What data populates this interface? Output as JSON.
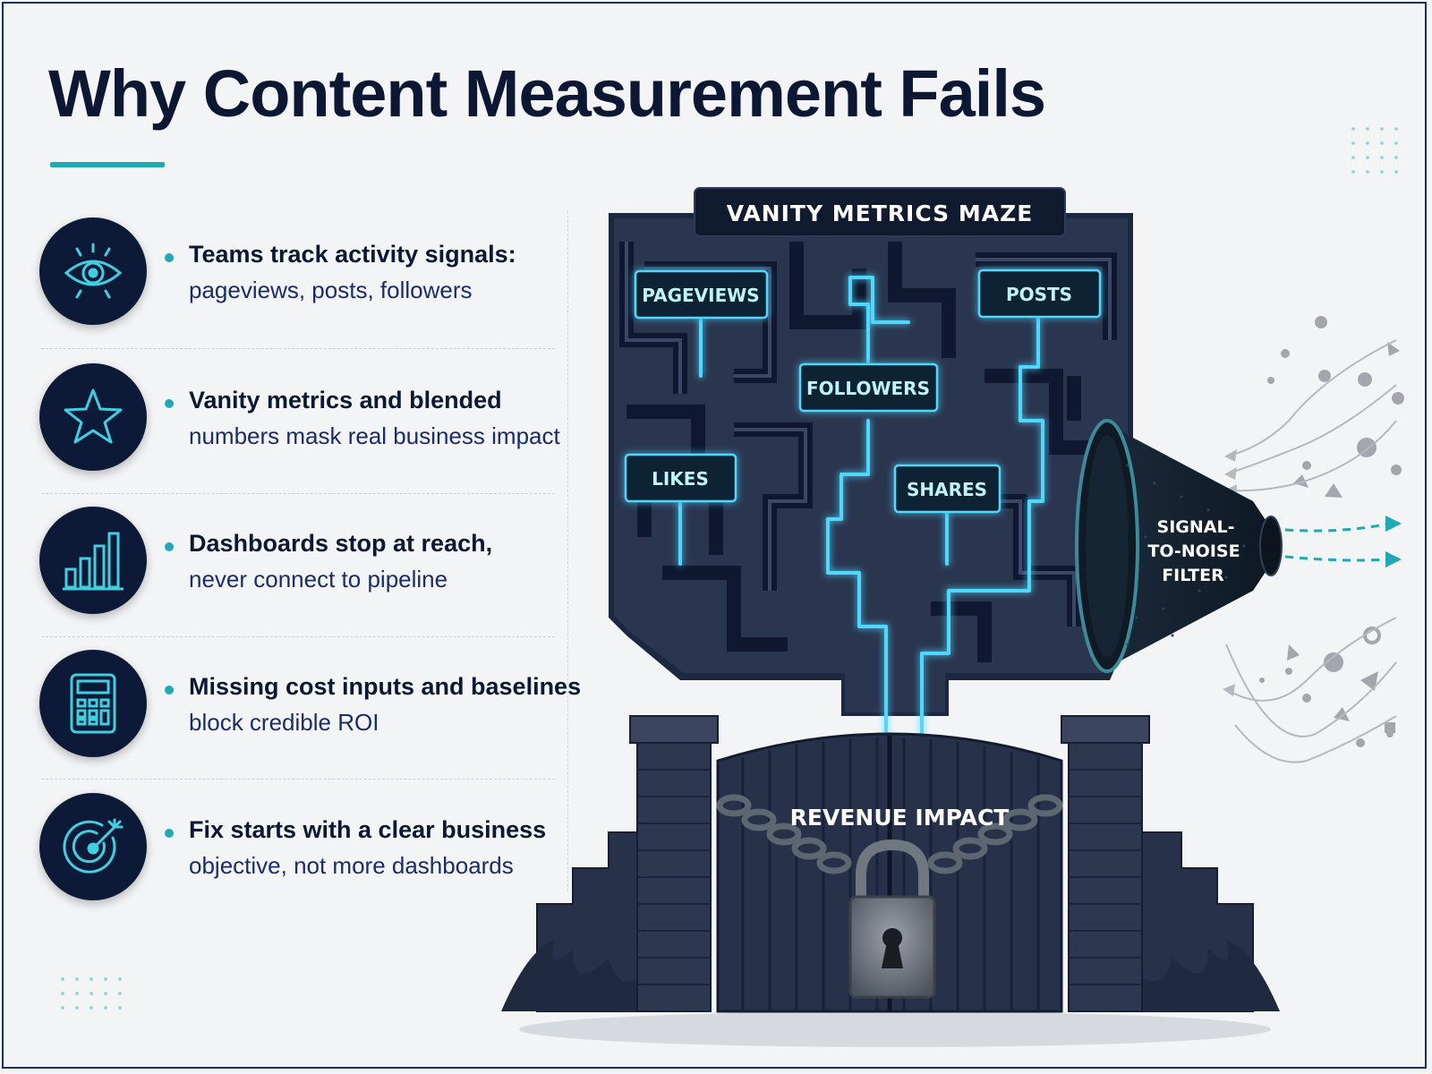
{
  "page": {
    "title": "Why Content Measurement Fails"
  },
  "items": [
    {
      "icon": "eye-icon",
      "line1": "Teams track activity signals:",
      "line2": "pageviews, posts, followers"
    },
    {
      "icon": "star-icon",
      "line1": "Vanity metrics and blended",
      "line2": "numbers mask real business impact"
    },
    {
      "icon": "bar-chart-icon",
      "line1": "Dashboards stop at reach,",
      "line2": "never connect to pipeline"
    },
    {
      "icon": "calculator-icon",
      "line1": "Missing cost inputs and baselines",
      "line2": "block credible ROI"
    },
    {
      "icon": "target-icon",
      "line1": "Fix starts with a clear business",
      "line2": "objective, not more dashboards"
    }
  ],
  "illustration": {
    "maze_label": "VANITY METRICS MAZE",
    "metrics": [
      "PAGEVIEWS",
      "POSTS",
      "FOLLOWERS",
      "LIKES",
      "SHARES"
    ],
    "gate_label": "REVENUE IMPACT",
    "filter_label": [
      "SIGNAL-",
      "TO-NOISE",
      "FILTER"
    ]
  },
  "colors": {
    "navy": "#0c1a38",
    "accent_teal": "#1fa8b5",
    "glow_cyan": "#4fd8ff",
    "maze_stone": "#2a3650",
    "background": "#f3f4f6"
  }
}
